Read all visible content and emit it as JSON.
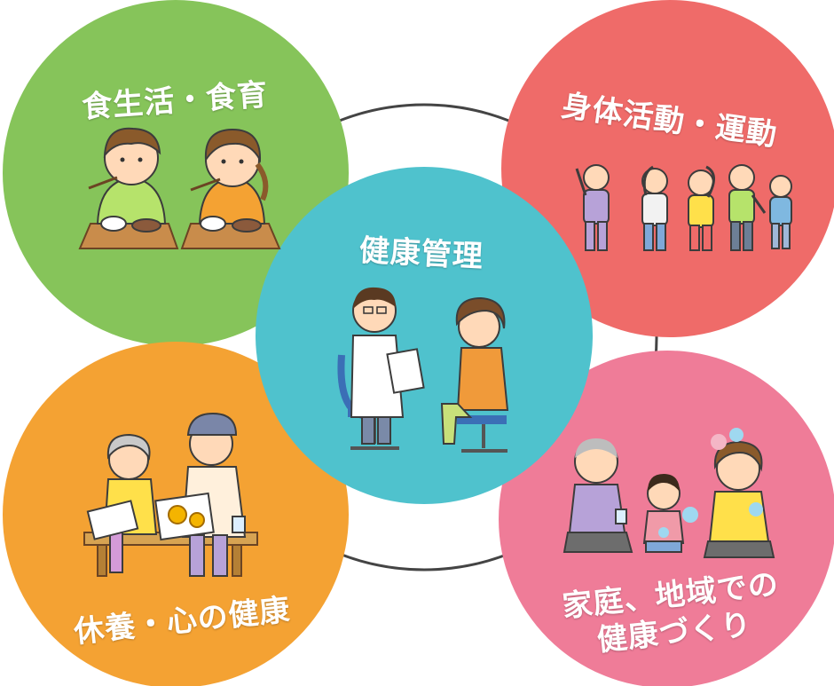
{
  "topics": {
    "diet": {
      "label": "食生活・食育",
      "color": "#86c45a"
    },
    "activity": {
      "label": "身体活動・運動",
      "color": "#ef6b69"
    },
    "health_mgmt": {
      "label": "健康管理",
      "color": "#4fc2cd"
    },
    "rest": {
      "label": "休養・心の健康",
      "color": "#f4a233"
    },
    "community": {
      "label_line1": "家庭、地域での",
      "label_line2": "健康づくり",
      "color": "#ef7c98"
    }
  },
  "ring_color": "#444444"
}
